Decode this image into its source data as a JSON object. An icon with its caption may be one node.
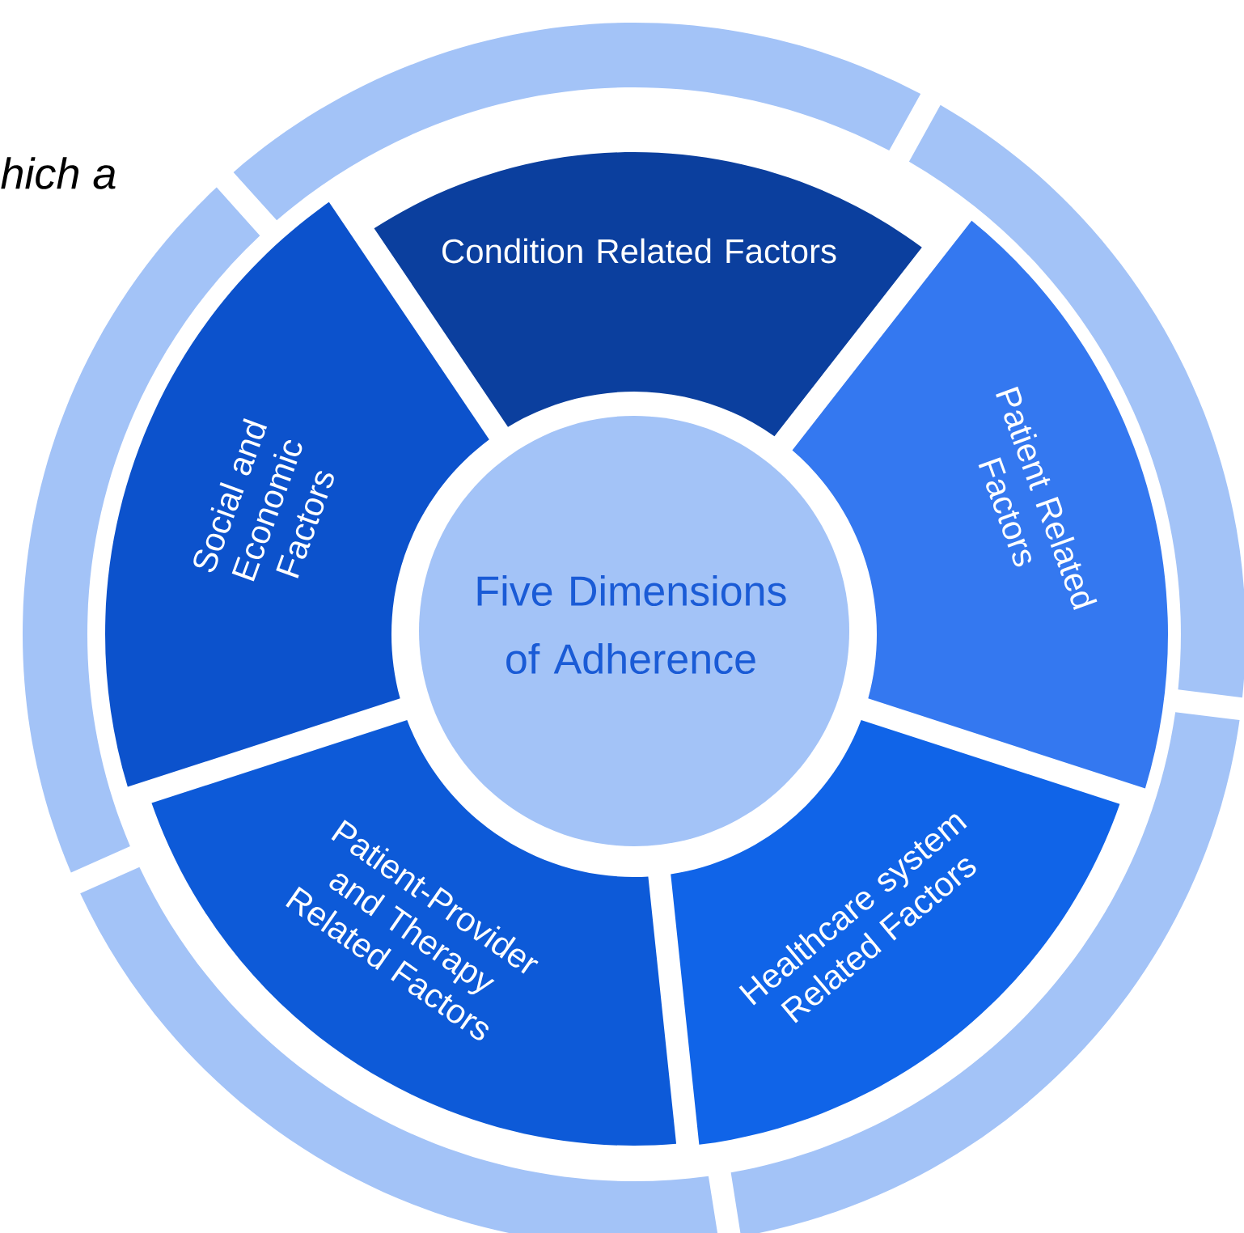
{
  "diagram": {
    "nodes": [
      {
        "text": [
          "Condition Related Factors"
        ]
      },
      {
        "text": [
          "Social and Economic Factors"
        ]
      },
      {
        "text": [
          "Patient Related Factors"
        ]
      },
      {
        "text": [
          "Five Dimensions of Adherence"
        ]
      },
      {
        "text": [
          "Patient-Provider and Therapy Related Factors"
        ]
      },
      {
        "text": [
          "Healthcare system Related Factors"
        ]
      }
    ],
    "labels": [
      "hich a"
    ]
  }
}
